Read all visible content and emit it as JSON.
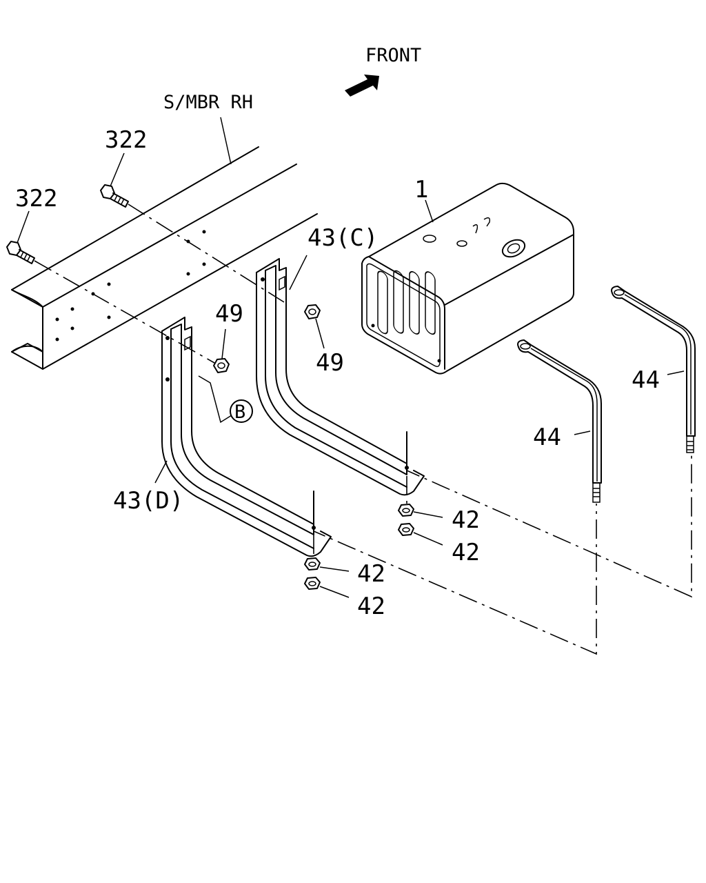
{
  "labels": {
    "front": "FRONT",
    "frame": "S/MBR RH",
    "bolt_upper": "322",
    "bolt_lower": "322",
    "tank": "1",
    "bracket_c": "43(C)",
    "bracket_d": "43(D)",
    "nut_49_a": "49",
    "nut_49_b": "49",
    "ref_b": "B",
    "strap_a": "44",
    "strap_b": "44",
    "nut_42_a": "42",
    "nut_42_b": "42",
    "nut_42_c": "42",
    "nut_42_d": "42"
  },
  "icons": {
    "front_arrow": "front-arrow-icon",
    "ref_circle": "circled-letter-icon"
  },
  "colors": {
    "line": "#000000",
    "background": "#ffffff"
  }
}
